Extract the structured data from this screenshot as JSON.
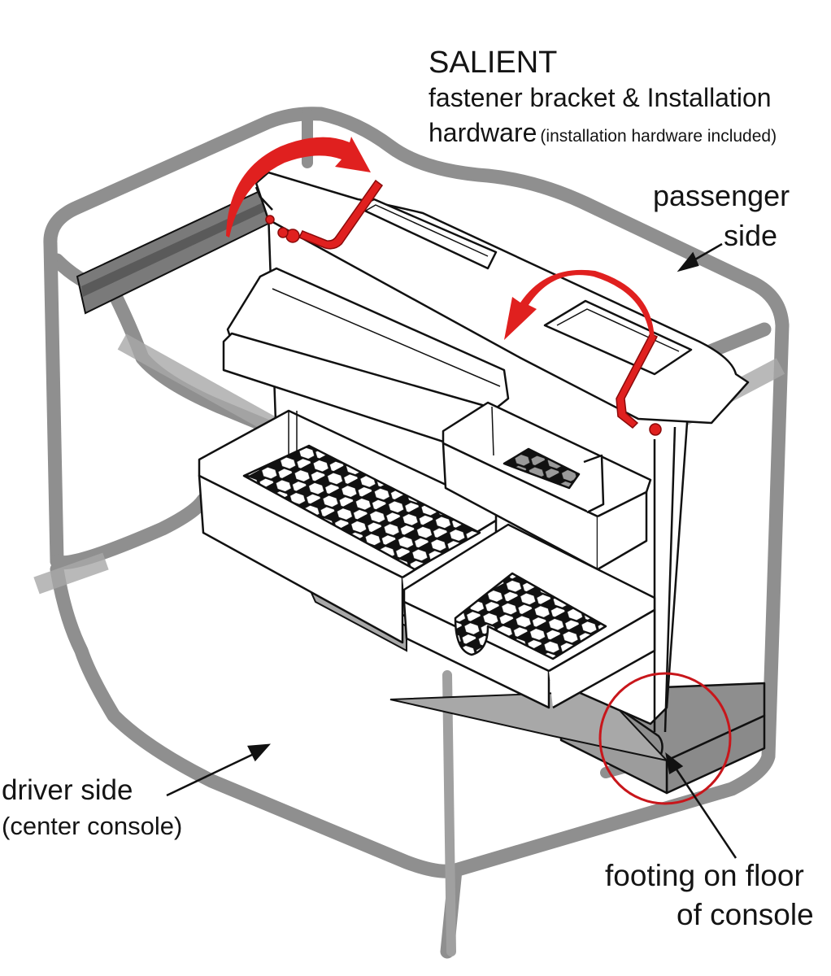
{
  "labels": {
    "title": "SALIENT",
    "subtitle_line1": "fastener bracket & Installation",
    "subtitle_line2_main": "hardware",
    "subtitle_line2_note": "(installation hardware included)",
    "passenger_line1": "passenger",
    "passenger_line2": "side",
    "driver_line1": "driver side",
    "driver_line2": "(center console)",
    "footing_line1": "footing on floor",
    "footing_line2": "of console"
  },
  "colors": {
    "frame": "#8f8f8f",
    "outline": "#111111",
    "accent_red": "#e0201f",
    "circle_red": "#c8161b",
    "shadow_gray": "#9a9a9a",
    "background": "#ffffff"
  },
  "parts": [
    {
      "name": "console-frame",
      "description": "center console outline"
    },
    {
      "name": "fastener-bracket",
      "description": "top bracket with hex key"
    },
    {
      "name": "top-tray",
      "description": "angled upper tray"
    },
    {
      "name": "long-bin",
      "description": "long bin with honeycomb liner"
    },
    {
      "name": "small-upper-bin",
      "description": "small upper right bin"
    },
    {
      "name": "lower-right-bin",
      "description": "lower right bin with honeycomb liner"
    },
    {
      "name": "footing",
      "description": "footing on console floor"
    }
  ]
}
